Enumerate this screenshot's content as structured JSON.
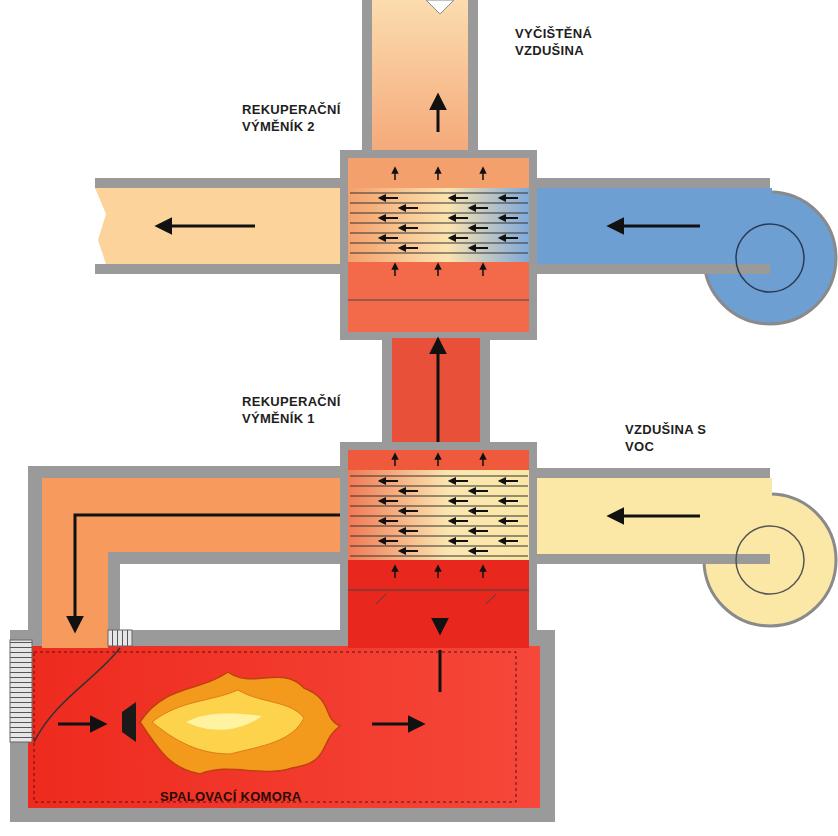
{
  "diagram": {
    "nodes": [
      {
        "text": [
          "REKUPERAČNÍ VÝMĚNÍK 2"
        ]
      },
      {
        "text": [
          "REKUPERAČNÍ VÝMĚNÍK 1"
        ]
      },
      {
        "text": [
          "SPALOVACÍ KOMORA"
        ]
      }
    ],
    "edges": [
      {
        "from": 2,
        "to": 1,
        "arrow": "to"
      },
      {
        "from": 1,
        "to": 0,
        "arrow": "to"
      },
      {
        "from": 1,
        "to": 2,
        "arrow": "to"
      }
    ],
    "labels": [
      "VYČIŠTĚNÁ VZDUŠINA",
      "VZDUŠINA S VOC"
    ]
  }
}
